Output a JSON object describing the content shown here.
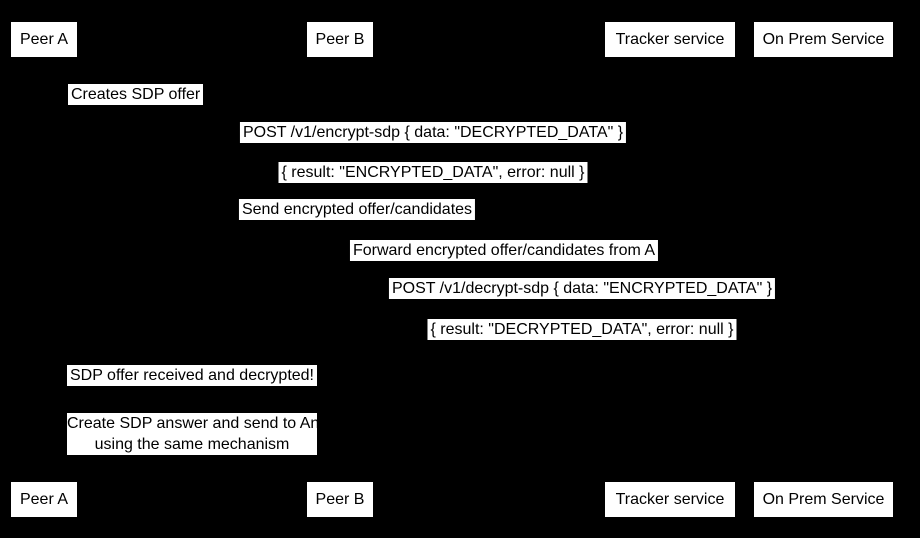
{
  "colors": {
    "background": "#000000",
    "label_background": "#ffffff",
    "label_text": "#000000"
  },
  "participants": {
    "peer_a": "Peer A",
    "peer_b": "Peer B",
    "tracker": "Tracker service",
    "on_prem": "On Prem Service"
  },
  "messages": {
    "creates_offer": "Creates SDP offer",
    "post_encrypt": "POST /v1/encrypt-sdp { data: \"DECRYPTED_DATA\" }",
    "encrypt_result": "{ result: \"ENCRYPTED_DATA\", error: null }",
    "send_encrypted": "Send encrypted offer/candidates",
    "forward_encrypted": "Forward encrypted offer/candidates from A",
    "post_decrypt": "POST /v1/decrypt-sdp { data: \"ENCRYPTED_DATA\" }",
    "decrypt_result": "{ result: \"DECRYPTED_DATA\", error: null }",
    "offer_received": "SDP offer received and decrypted!"
  },
  "note": {
    "line1": "Create SDP answer and send to An",
    "line2": "using the same mechanism"
  }
}
